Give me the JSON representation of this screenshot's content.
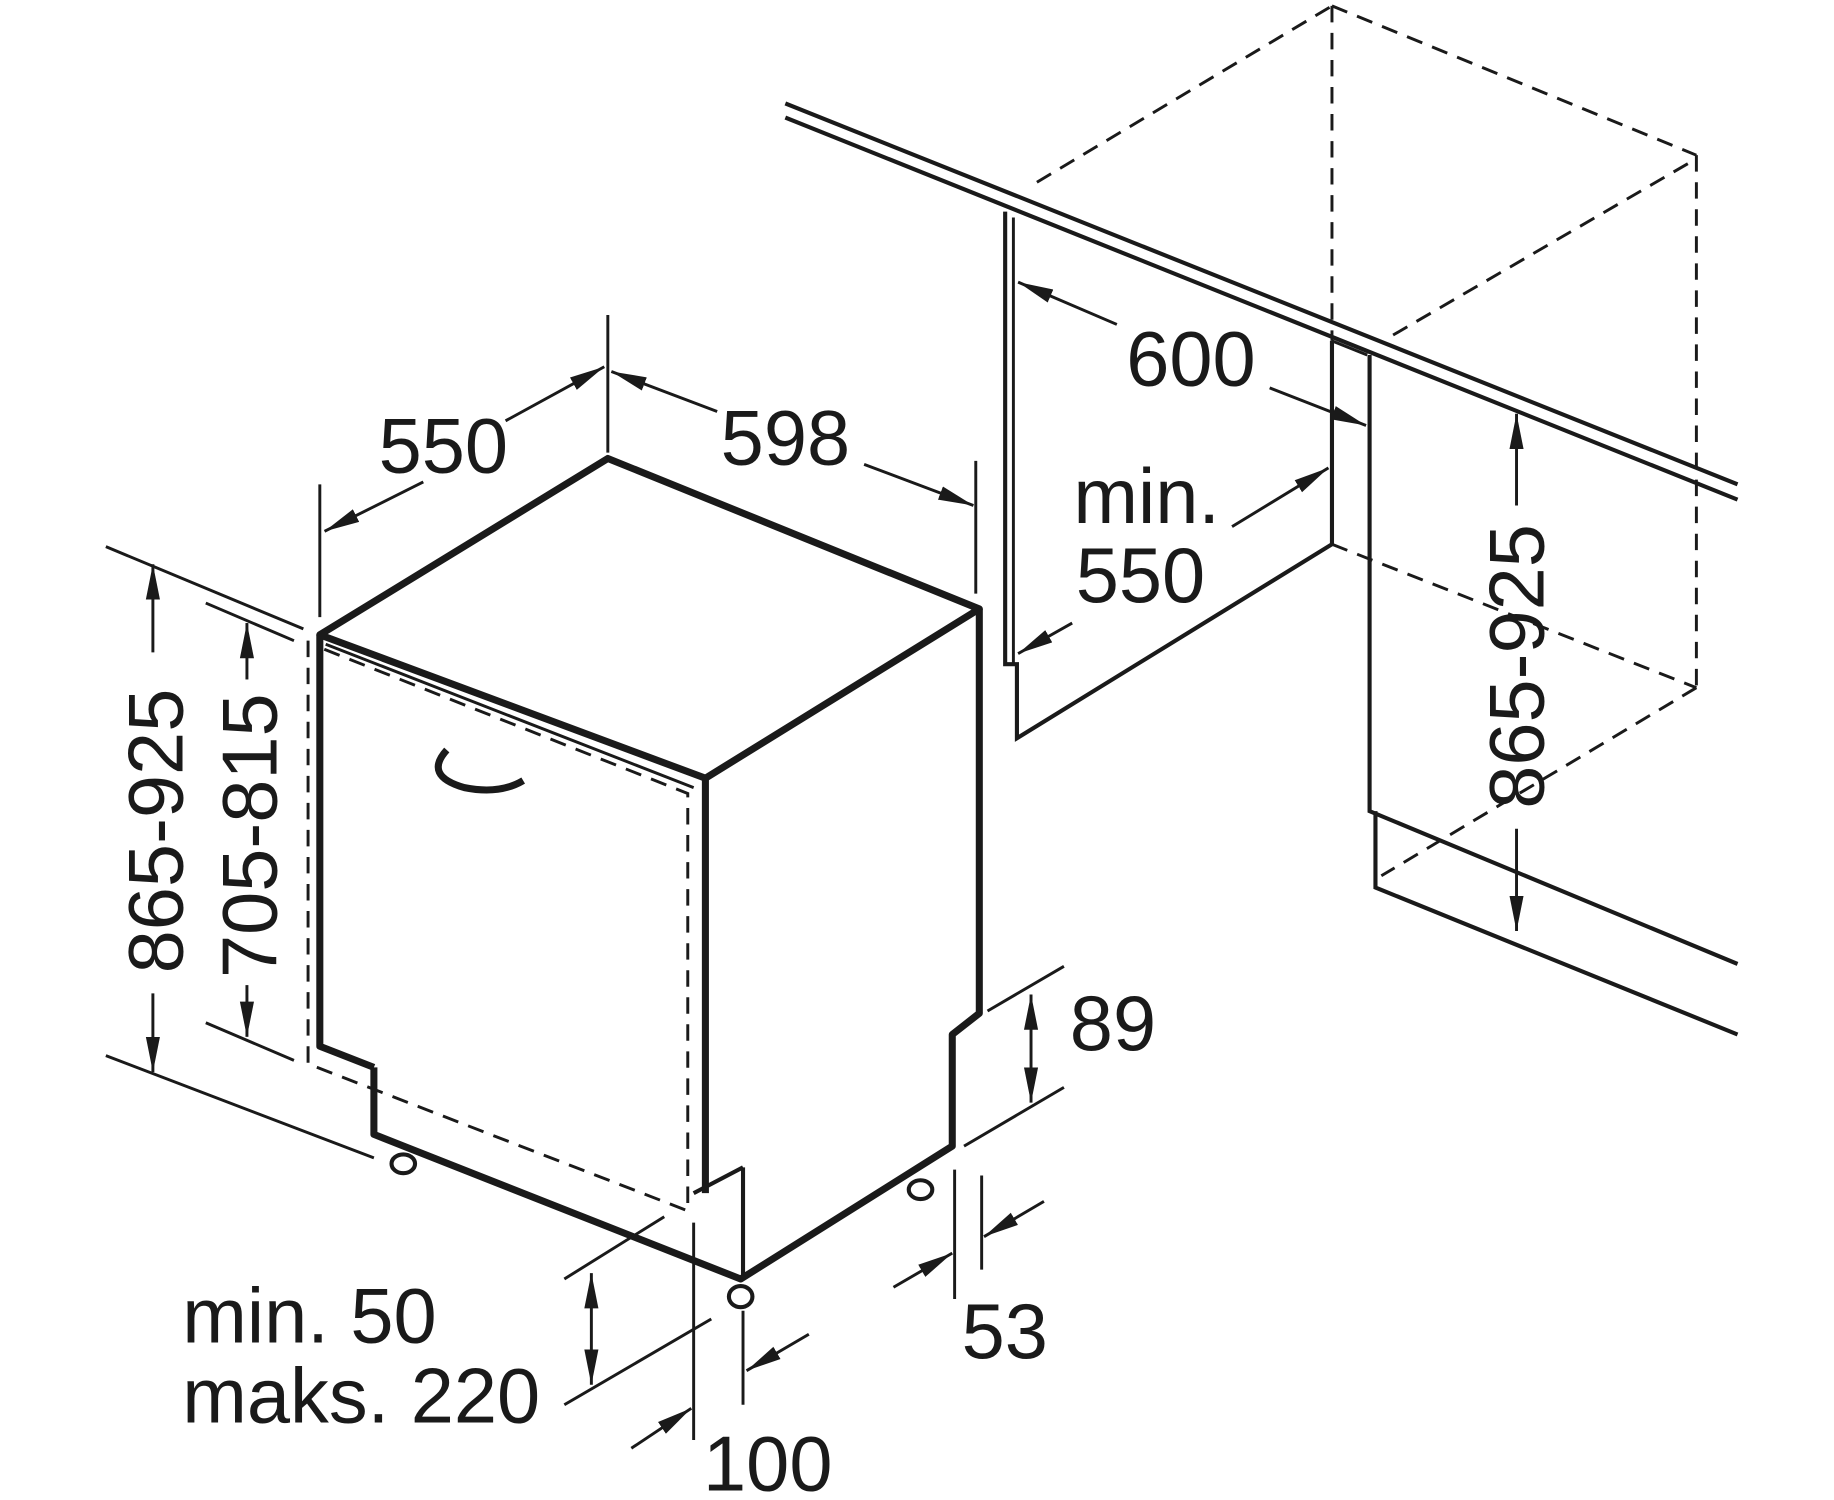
{
  "diagram": {
    "title": "Dishwasher installation dimensions",
    "labels": {
      "depth": "550",
      "width": "598",
      "niche_width": "600",
      "niche_depth_min": "min.",
      "niche_depth_value": "550",
      "height_left": "865-925",
      "door_height": "705-815",
      "height_right": "865-925",
      "plinth_height": "89",
      "foot_offset": "53",
      "plinth_min": "min. 50",
      "plinth_max": "maks. 220",
      "plinth_depth": "100"
    },
    "colors": {
      "line": "#1a1a1a",
      "background": "#ffffff"
    }
  }
}
